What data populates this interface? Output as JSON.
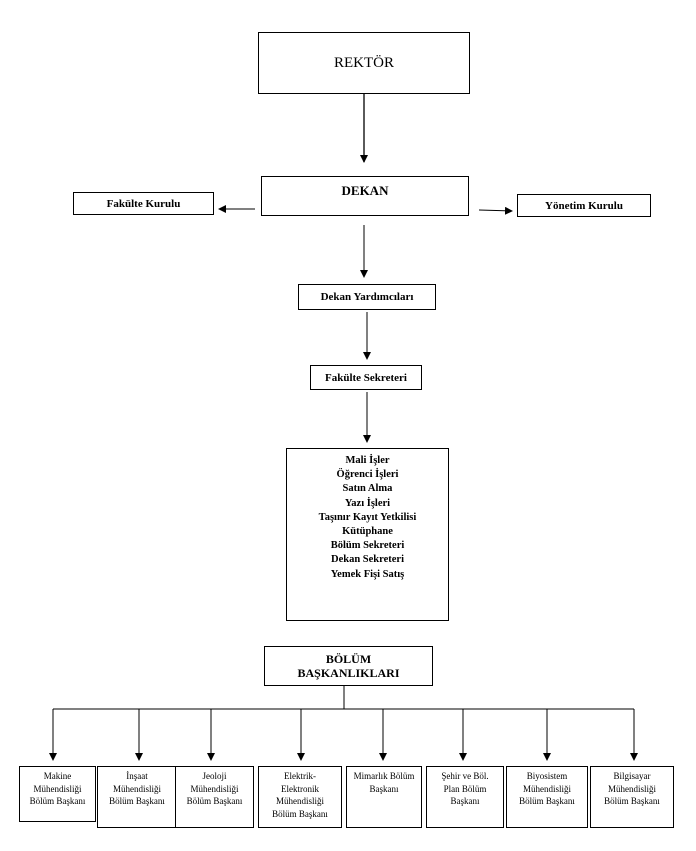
{
  "rektor": "REKTÖR",
  "dekan": "DEKAN",
  "fakulte_kurulu": "Fakülte Kurulu",
  "yonetim_kurulu": "Yönetim Kurulu",
  "dekan_yardimcilari": "Dekan Yardımcıları",
  "fakulte_sekreteri": "Fakülte Sekreteri",
  "units": [
    "Mali İşler",
    "Öğrenci İşleri",
    "Satın Alma",
    "Yazı İşleri",
    "Taşınır Kayıt Yetkilisi",
    "Kütüphane",
    "Bölüm Sekreteri",
    "Dekan Sekreteri",
    "Yemek Fişi Satış"
  ],
  "bolum_baskanliklari": [
    "BÖLÜM",
    "BAŞKANLIKLARI"
  ],
  "departments": [
    [
      "Makine",
      "Mühendisliği",
      "Bölüm Başkanı"
    ],
    [
      "İnşaat",
      "Mühendisliği",
      "Bölüm Başkanı"
    ],
    [
      "Jeoloji",
      "Mühendisliği",
      "Bölüm Başkanı"
    ],
    [
      "Elektrik-",
      "Elektronik",
      "Mühendisliği",
      "Bölüm Başkanı"
    ],
    [
      "Mimarlık Bölüm",
      "Başkanı"
    ],
    [
      "Şehir ve Böl.",
      "Plan Bölüm",
      "Başkanı"
    ],
    [
      "Biyosistem",
      "Mühendisliği",
      "Bölüm Başkanı"
    ],
    [
      "Bilgisayar",
      "Mühendisliği",
      "Bölüm Başkanı"
    ]
  ]
}
